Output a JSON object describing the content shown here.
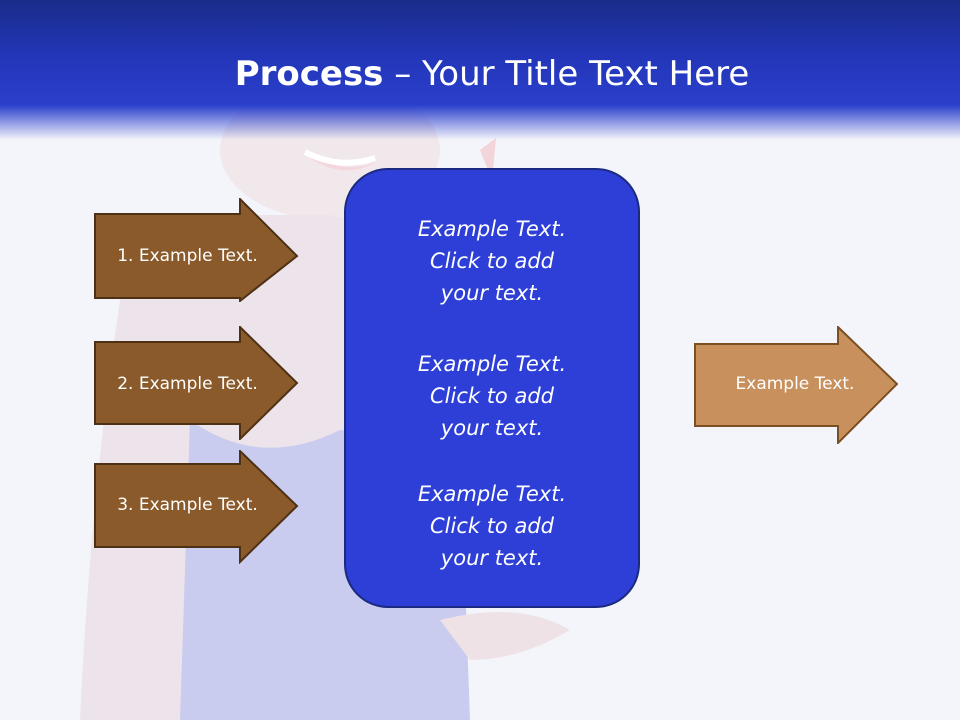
{
  "title": {
    "bold": "Process",
    "rest": " – Your Title Text Here"
  },
  "left_arrows": [
    {
      "label": "1. Example Text."
    },
    {
      "label": "2. Example Text."
    },
    {
      "label": "3. Example Text."
    }
  ],
  "center_box": {
    "items": [
      {
        "text": "Example Text.\nClick  to add\nyour text."
      },
      {
        "text": "Example Text.\nClick  to add\nyour text."
      },
      {
        "text": "Example Text.\nClick  to add\nyour text."
      }
    ]
  },
  "right_arrow": {
    "label": "Example Text."
  },
  "colors": {
    "header": "#2336b8",
    "left_arrow": "#8a5a2b",
    "right_arrow": "#c8905c",
    "center_box": "#2d3fd6"
  }
}
